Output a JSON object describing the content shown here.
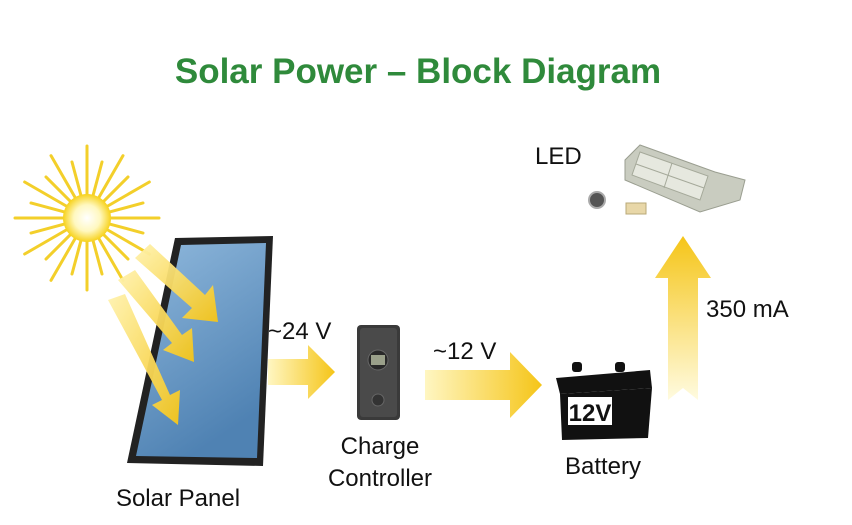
{
  "title": "Solar Power – Block Diagram",
  "blocks": {
    "solar_panel": "Solar Panel",
    "charge_controller_line1": "Charge",
    "charge_controller_line2": "Controller",
    "battery": "Battery",
    "battery_badge": "12V",
    "led": "LED"
  },
  "flows": {
    "panel_to_controller": "~24 V",
    "controller_to_battery": "~12 V",
    "battery_to_led": "350 mA"
  },
  "colors": {
    "title": "#2f8a3b",
    "arrow": "#f5c518",
    "panel": "#5a8fbf"
  }
}
